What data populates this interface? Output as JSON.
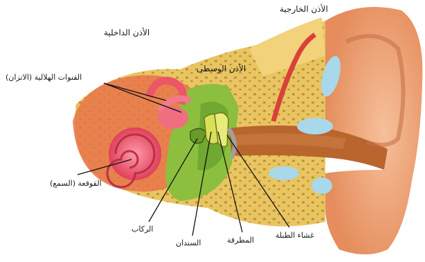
{
  "diagram": {
    "regions": {
      "outer_ear": "الأذن الخارجية",
      "middle_ear": "الأذن الوسطى",
      "inner_ear": "الأذن الداخلية"
    },
    "parts": {
      "semicircular_canals": "القنوات الهلالية (الاتزان)",
      "cochlea": "القوقعة (السمع)",
      "stapes": "الركاب",
      "incus": "السندان",
      "malleus": "المطرقة",
      "eardrum": "غشاء الطبلة"
    },
    "colors": {
      "pinna": "#f0a87a",
      "canal": "#b8652e",
      "bone": "#e8c25a",
      "middle_ear": "#8cbf3e",
      "inner_ear": "#e8604a",
      "cochlea": "#f25a72",
      "fat_pads": "#a8d8ea"
    }
  }
}
